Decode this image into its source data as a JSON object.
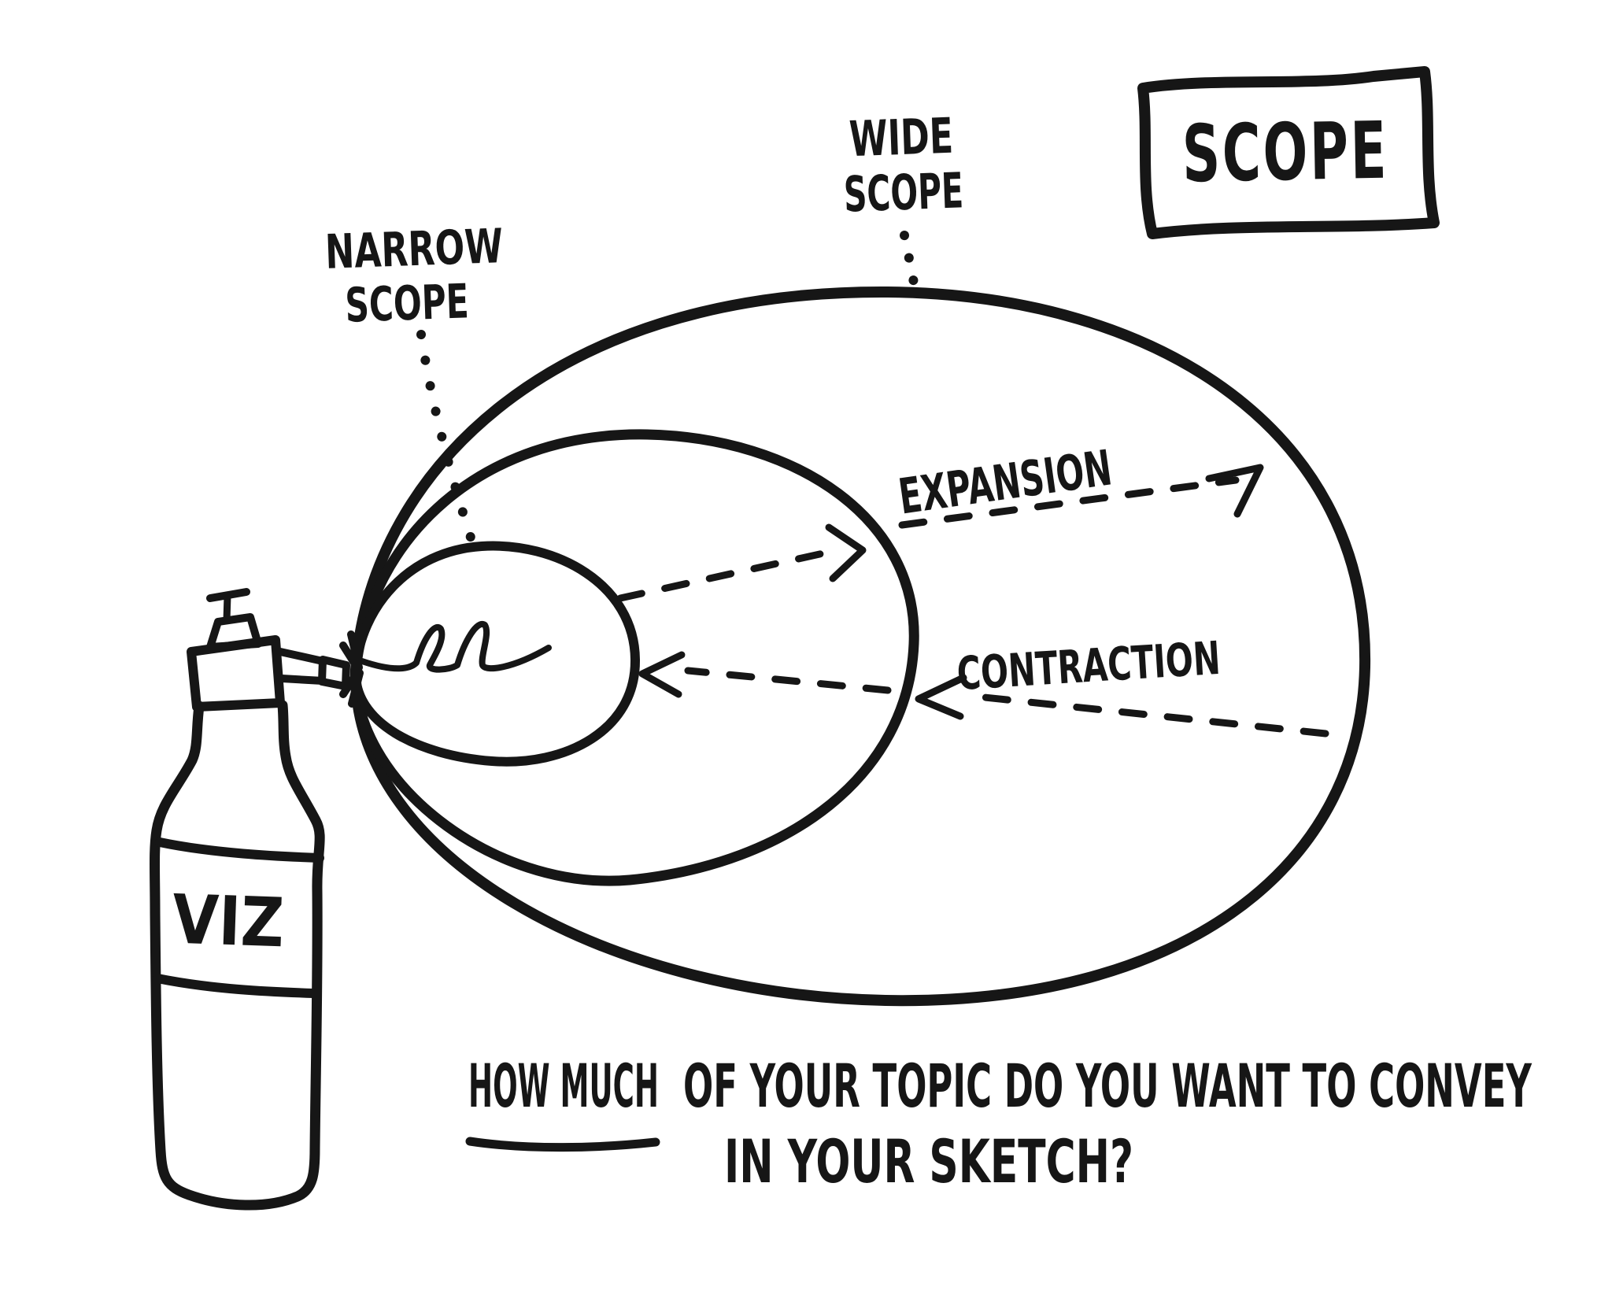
{
  "title_box": {
    "label": "SCOPE"
  },
  "labels": {
    "wide_scope": {
      "line1": "WIDE",
      "line2": "SCOPE"
    },
    "narrow_scope": {
      "line1": "NARROW",
      "line2": "SCOPE"
    },
    "expansion": "EXPANSION",
    "contraction": "CONTRACTION"
  },
  "bottle": {
    "label": "VIZ"
  },
  "question": {
    "part1_underlined": "HOW MUCH",
    "part2": "OF YOUR TOPIC DO YOU WANT TO CONVEY",
    "line2": "IN YOUR SKETCH?"
  },
  "colors": {
    "ink": "#161616",
    "background": "#ffffff"
  }
}
